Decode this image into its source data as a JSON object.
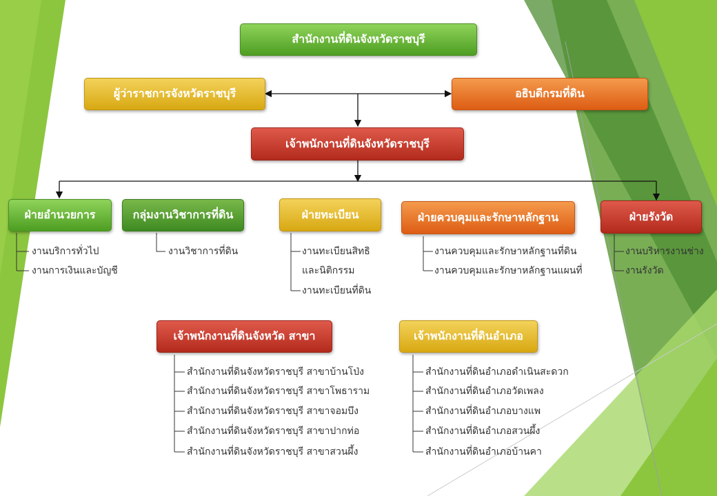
{
  "top": {
    "title": "สำนักงานที่ดินจังหวัดราชบุรี"
  },
  "governor": {
    "label": "ผู้ว่าราชการจังหวัดราชบุรี"
  },
  "director_general": {
    "label": "อธิบดีกรมที่ดิน"
  },
  "land_officer": {
    "label": "เจ้าพนักงานที่ดินจังหวัดราชบุรี"
  },
  "departments": [
    {
      "label": "ฝ่ายอำนวยการ",
      "items": [
        "งานบริการทั่วไป",
        "งานการเงินและบัญชี"
      ]
    },
    {
      "label": "กลุ่มงานวิชาการที่ดิน",
      "items": [
        "งานวิชาการที่ดิน"
      ]
    },
    {
      "label": "ฝ่ายทะเบียน",
      "items": [
        "งานทะเบียนสิทธิ",
        "และนิติกรรม",
        "งานทะเบียนที่ดิน"
      ]
    },
    {
      "label": "ฝ่ายควบคุมและรักษาหลักฐาน",
      "items": [
        "งานควบคุมและรักษาหลักฐานที่ดิน",
        "งานควบคุมและรักษาหลักฐานแผนที่"
      ]
    },
    {
      "label": "ฝ่ายรังวัด",
      "items": [
        "งานบริหารงานช่าง",
        "งานรังวัด"
      ]
    }
  ],
  "branch": {
    "label": "เจ้าพนักงานที่ดินจังหวัด สาขา",
    "items": [
      "สำนักงานที่ดินจังหวัดราชบุรี สาขาบ้านโป่ง",
      "สำนักงานที่ดินจังหวัดราชบุรี สาขาโพธาราม",
      "สำนักงานที่ดินจังหวัดราชบุรี สาขาจอมบึง",
      "สำนักงานที่ดินจังหวัดราชบุรี สาขาปากท่อ",
      "สำนักงานที่ดินจังหวัดราชบุรี สาขาสวนผึ้ง"
    ]
  },
  "district": {
    "label": "เจ้าพนักงานที่ดินอำเภอ",
    "items": [
      "สำนักงานที่ดินอำเภอดำเนินสะดวก",
      "สำนักงานที่ดินอำเภอวัดเพลง",
      "สำนักงานที่ดินอำเภอบางแพ",
      "สำนักงานที่ดินอำเภอสวนผึ้ง",
      "สำนักงานที่ดินอำเภอบ้านคา"
    ]
  },
  "colors": {
    "green": "#5fb030",
    "dark_green": "#4a9a2a",
    "yellow": "#e6b92a",
    "orange": "#e8742a",
    "red": "#c0392b",
    "background_accent": "#8cc63f"
  }
}
